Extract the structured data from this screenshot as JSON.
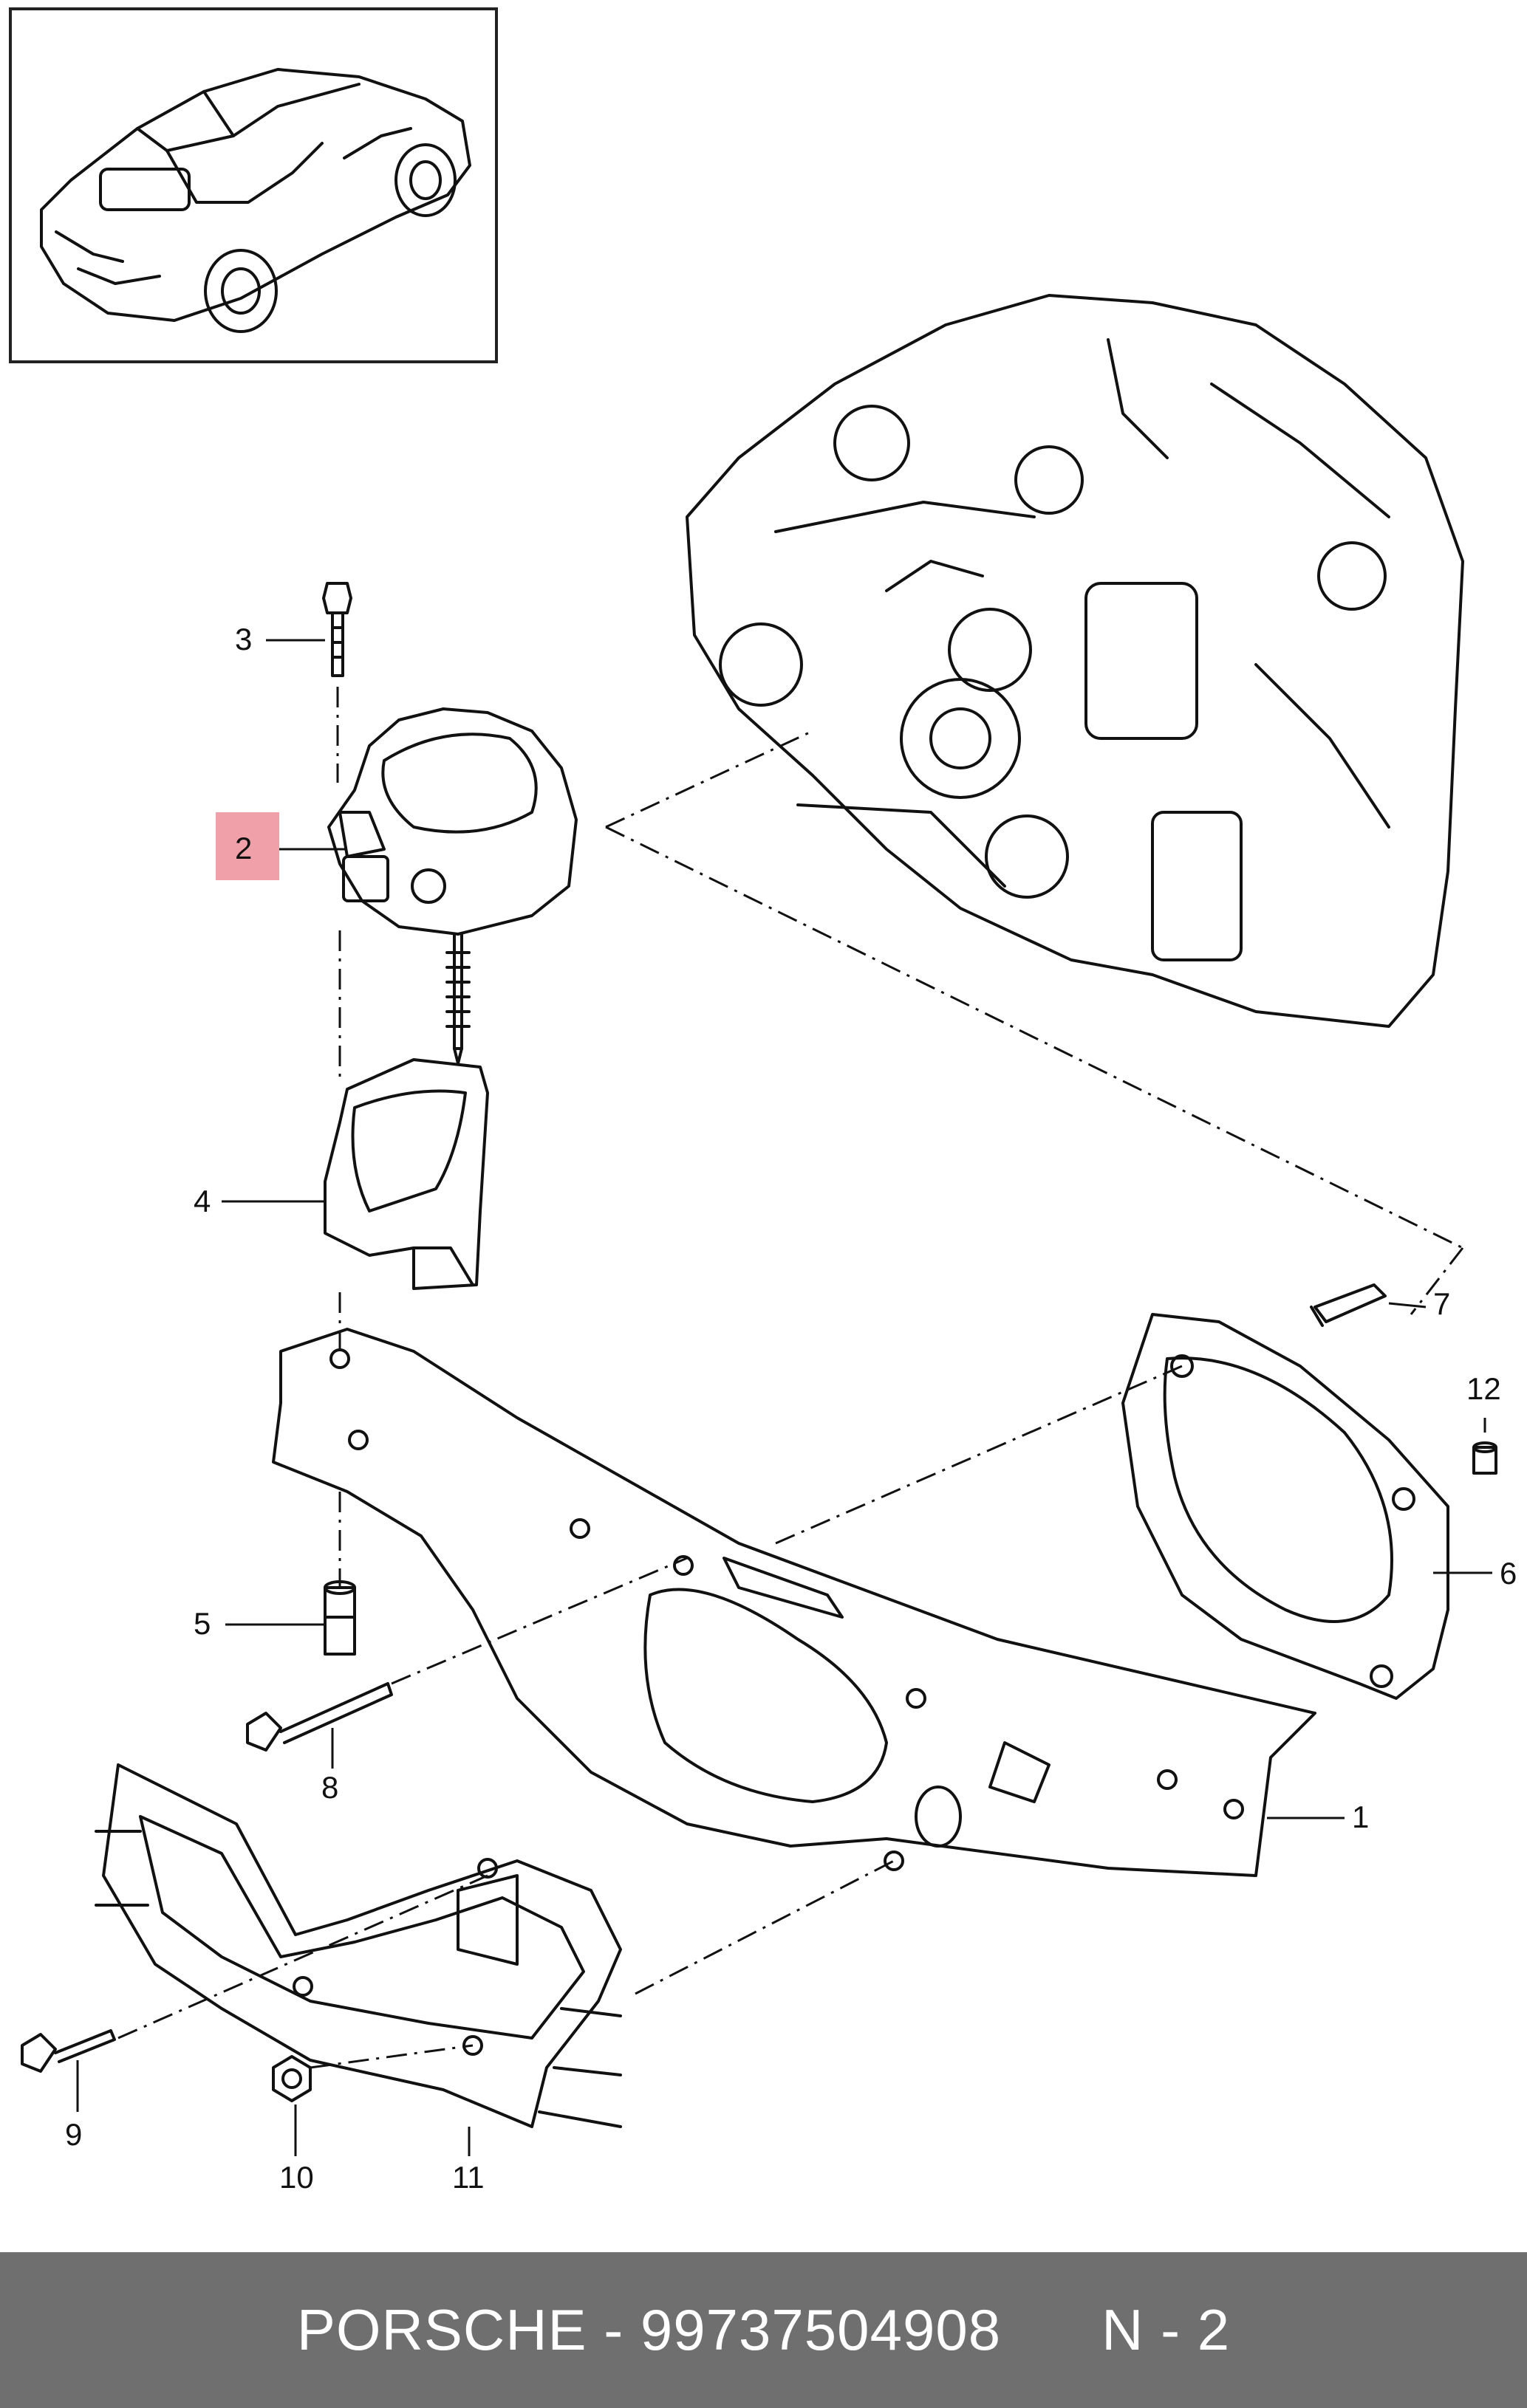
{
  "callouts": {
    "c1": "1",
    "c2": "2",
    "c3": "3",
    "c4": "4",
    "c5": "5",
    "c6": "6",
    "c7": "7",
    "c8": "8",
    "c9": "9",
    "c10": "10",
    "c11": "11",
    "c12": "12"
  },
  "footer": {
    "brand": "PORSCHE",
    "part_number": "99737504908",
    "position": "N - 2"
  },
  "colors": {
    "highlight": "#f0a0a8",
    "footer_bg": "#6f6f6f",
    "footer_text": "#ffffff",
    "line": "#111111"
  }
}
